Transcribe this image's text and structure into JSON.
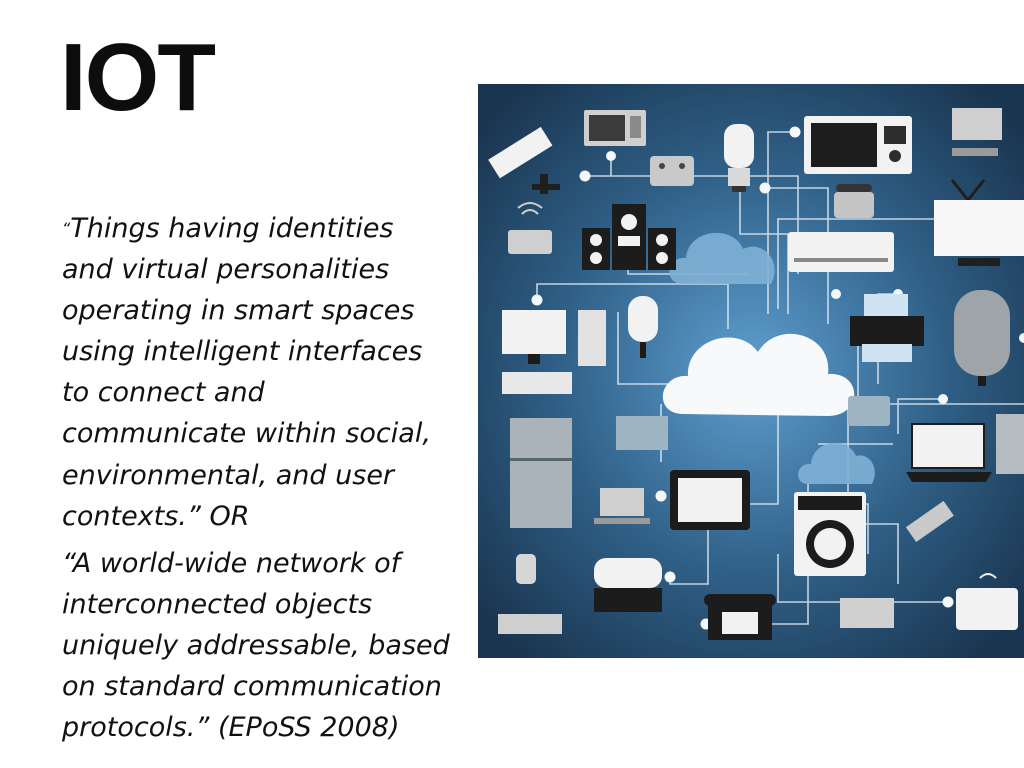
{
  "slide": {
    "title": "IOT",
    "quote1_open": "“",
    "quote1_body": "Things having identities\nand virtual personalities\noperating in smart spaces\nusing intelligent interfaces\nto connect and\ncommunicate within social,\nenvironmental, and user\ncontexts.” OR",
    "quote2": "“A world-wide network of\ninterconnected objects\nuniquely addressable, based\non standard communication\nprotocols.” (EPoSS 2008)"
  },
  "image": {
    "background_color": "#2f5f86",
    "glow_color": "#5e9fd0",
    "device_color": "#f2f2f2",
    "line_color": "#dfe9f1",
    "devices": [
      "security-camera-icon",
      "microwave-icon",
      "game-console-icon",
      "light-bulb-icon",
      "microwave-oven-icon",
      "telephone-icon",
      "media-player-icon",
      "wifi-router-icon",
      "speaker-system-icon",
      "cloud-icon",
      "air-conditioner-icon",
      "television-icon",
      "desktop-computer-icon",
      "microphone-icon",
      "printer-icon",
      "refrigerator-icon",
      "tablet-icon",
      "laptop-icon",
      "washing-machine-icon",
      "energy-saver-bulb-icon",
      "gamepad-icon",
      "rotary-phone-icon",
      "stereo-icon",
      "router-icon"
    ]
  }
}
